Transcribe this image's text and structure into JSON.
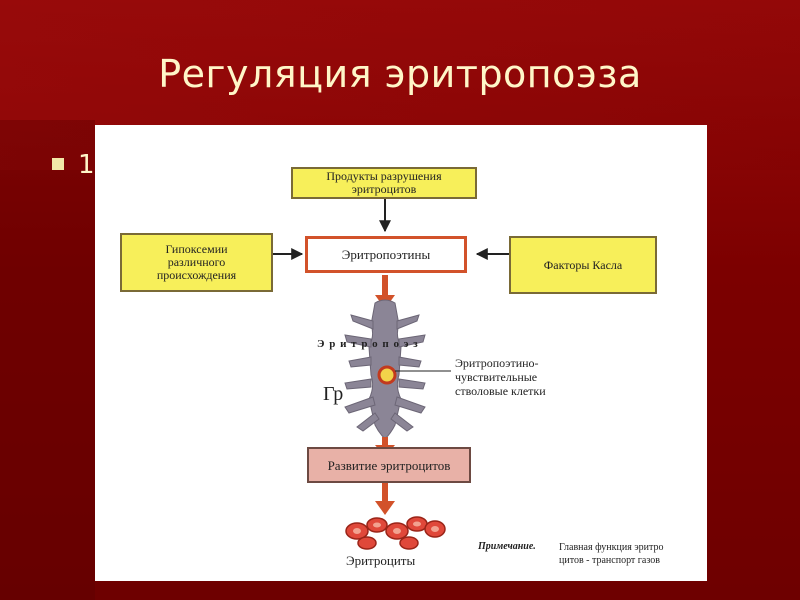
{
  "slide": {
    "title": "Регуляция эритропоэза",
    "bullet_text": "1"
  },
  "diagram": {
    "top_box": "Продукты разрушения\nэритроцитов",
    "center_box": "Эритропоэтины",
    "left_box": "Гипоксемии\nразличного\nпроисхождения",
    "right_box": "Факторы Касла",
    "process_label": "Э р и т р о п о э з",
    "cell_label": "Эритропоэтино-\nчувствительные\nстволовые клетки",
    "marrow_label": "Гр",
    "development_box": "Развитие эритроцитов",
    "cells_label": "Эритроциты",
    "note_title": "Примечание.",
    "note_text": "Главная функция эритро\nцитов - транспорт газов"
  },
  "colors": {
    "background": "#7a0000",
    "title_text": "#fff6c8",
    "yellow_box": "#f7ef5a",
    "outline_box_border": "#d2522a",
    "pink_box": "#e8b1a7",
    "arrow_orange": "#d2522a",
    "spine": "#8b8596",
    "erythrocyte": "#e0483a"
  }
}
